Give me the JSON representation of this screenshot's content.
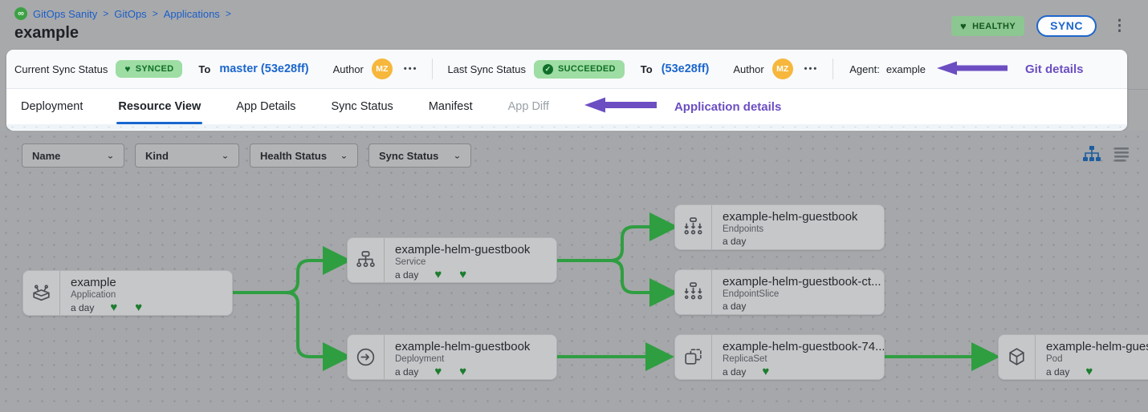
{
  "colors": {
    "accent_blue": "#1c66cc",
    "edge_green": "#2f9e41",
    "badge_green_bg": "#9edda3",
    "badge_green_text": "#0f6e27",
    "annotation_purple": "#6c4ec2",
    "avatar_orange": "#f6b73c"
  },
  "breadcrumb": {
    "logo": "∞",
    "items": [
      "GitOps Sanity",
      "GitOps",
      "Applications"
    ],
    "separator": ">"
  },
  "page_title": "example",
  "header": {
    "health_badge": "HEALTHY",
    "sync_button": "SYNC"
  },
  "status_bar": {
    "current_label": "Current Sync Status",
    "current_badge": "SYNCED",
    "current_to_label": "To",
    "current_target": "master (53e28ff)",
    "current_author_label": "Author",
    "current_avatar": "MZ",
    "more": "•••",
    "last_label": "Last Sync Status",
    "last_badge": "SUCCEEDED",
    "last_to_label": "To",
    "last_target": "(53e28ff)",
    "last_author_label": "Author",
    "last_avatar": "MZ",
    "agent_label": "Agent:",
    "agent_value": "example",
    "annotation": "Git details"
  },
  "tabs": {
    "labels": [
      "Deployment",
      "Resource View",
      "App Details",
      "Sync Status",
      "Manifest",
      "App Diff"
    ],
    "active": "Resource View",
    "annotation": "Application details"
  },
  "filters": {
    "name": "Name",
    "kind": "Kind",
    "health": "Health Status",
    "sync": "Sync Status"
  },
  "graph": {
    "nodes": [
      {
        "title": "example",
        "kind": "Application",
        "age": "a day",
        "hearts": 2
      },
      {
        "title": "example-helm-guestbook",
        "kind": "Service",
        "age": "a day",
        "hearts": 2
      },
      {
        "title": "example-helm-guestbook",
        "kind": "Deployment",
        "age": "a day",
        "hearts": 2
      },
      {
        "title": "example-helm-guestbook",
        "kind": "Endpoints",
        "age": "a day",
        "hearts": 0
      },
      {
        "title": "example-helm-guestbook-ct...",
        "kind": "EndpointSlice",
        "age": "a day",
        "hearts": 0
      },
      {
        "title": "example-helm-guestbook-74...",
        "kind": "ReplicaSet",
        "age": "a day",
        "hearts": 1
      },
      {
        "title": "example-helm-guest",
        "kind": "Pod",
        "age": "a day",
        "hearts": 1
      }
    ]
  }
}
